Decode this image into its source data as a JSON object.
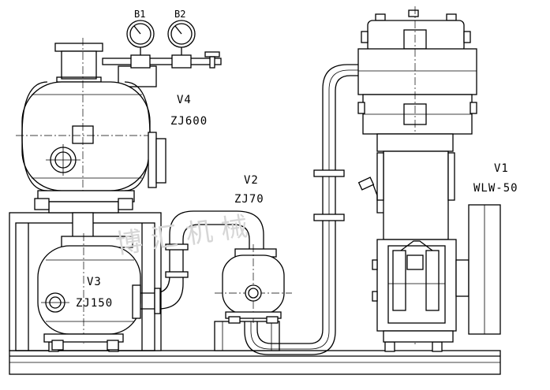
{
  "gauges": {
    "b1": "B1",
    "b2": "B2"
  },
  "units": {
    "v1": {
      "tag": "V1",
      "model": "WLW-50"
    },
    "v2": {
      "tag": "V2",
      "model": "ZJ70"
    },
    "v3": {
      "tag": "V3",
      "model": "ZJ150"
    },
    "v4": {
      "tag": "V4",
      "model": "ZJ600"
    }
  },
  "watermark": "博 汇 机 械"
}
